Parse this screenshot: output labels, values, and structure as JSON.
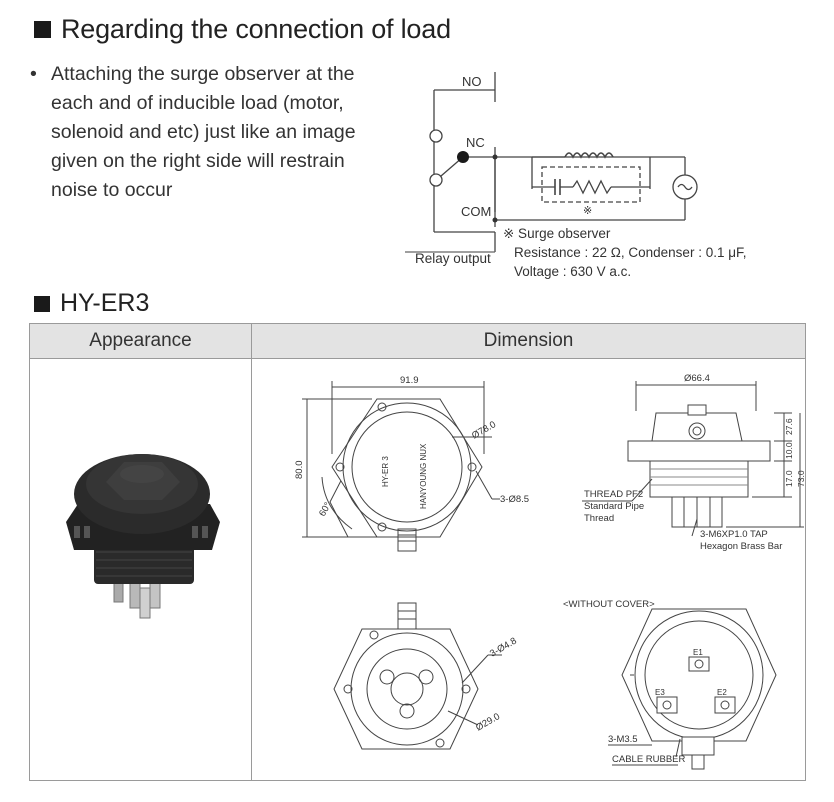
{
  "section1": {
    "title": "Regarding the connection of load"
  },
  "bullet": {
    "mark": "•",
    "text": "Attaching the surge observer at the each and of inducible load (motor, solenoid and etc) just like an image given on the right side will restrain noise to occur"
  },
  "circuit": {
    "no": "NO",
    "nc": "NC",
    "com": "COM",
    "relay_output": "Relay output",
    "asterisk": "※",
    "surge_title": "※ Surge observer",
    "spec_line1": "Resistance : 22 Ω, Condenser : 0.1 μF,",
    "spec_line2": "Voltage : 630 V a.c."
  },
  "section2": {
    "title": "HY-ER3"
  },
  "table": {
    "col_appearance": "Appearance",
    "col_dimension": "Dimension"
  },
  "dims": {
    "top_width": "91.9",
    "height_left": "80.0",
    "dia_cover": "Ø78.0",
    "holes_mount": "3-Ø8.5",
    "angle": "60°",
    "logo_text": "HANYOUNG NUX",
    "model_text": "HY-ER 3",
    "side_dia": "Ø66.4",
    "d27": "27.6",
    "d10": "10.0",
    "d17": "17.0",
    "d73": "73.0",
    "thread_title": "THREAD PF2",
    "thread_l1": "Standard Pipe",
    "thread_l2": "Thread",
    "tap_title": "3-M6XP1.0 TAP",
    "tap_l1": "Hexagon Brass Bar",
    "holes_bottom": "3-Ø4.8",
    "dia_inner": "Ø29.0",
    "without_cover": "<WITHOUT COVER>",
    "e1": "E1",
    "e2": "E2",
    "e3": "E3",
    "screws": "3-M3.5",
    "cable": "CABLE RUBBER"
  }
}
